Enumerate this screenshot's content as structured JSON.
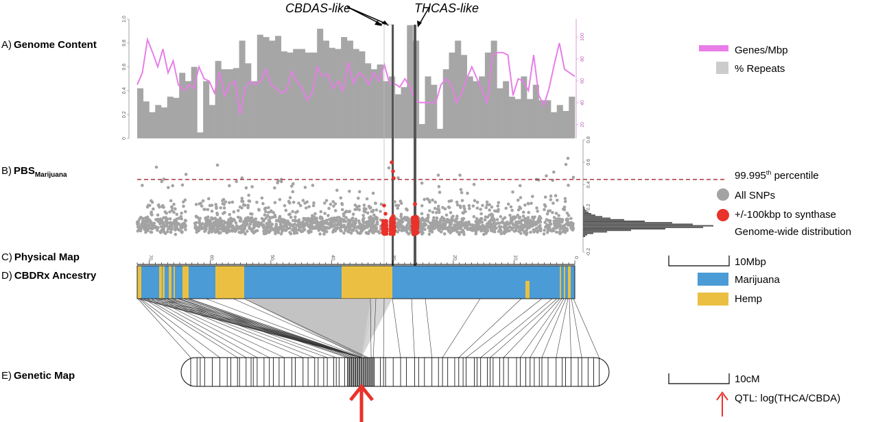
{
  "genes": {
    "cbdas_label": "CBDAS-like",
    "thcas_label": "THCAS-like"
  },
  "panels": {
    "a_prefix": "A)",
    "a_title": "Genome Content",
    "b_prefix": "B)",
    "b_title": "PBS",
    "b_subscript": "Marijuana",
    "c_prefix": "C)",
    "c_title": "Physical Map",
    "d_prefix": "D)",
    "d_title": "CBDRx Ancestry",
    "e_prefix": "E)",
    "e_title": "Genetic Map"
  },
  "legend": {
    "genes_per_mbp": "Genes/Mbp",
    "pct_repeats": "% Repeats",
    "percentile_base": "99.995",
    "percentile_sup": "th",
    "percentile_suffix": " percentile",
    "all_snps": "All SNPs",
    "near_synthase": "+/-100kbp to synthase",
    "genome_wide": "Genome-wide distribution",
    "scale_physical": "10Mbp",
    "marijuana": "Marijuana",
    "hemp": "Hemp",
    "scale_genetic": "10cM",
    "qtl": "QTL: log(THCA/CBDA)"
  },
  "colors": {
    "genes_line": "#e87de8",
    "repeats_bar": "#a6a6a6",
    "marijuana": "#4a9bd6",
    "hemp": "#ebc042",
    "snp_all": "#a3a3a3",
    "snp_synthase": "#e8322a",
    "threshold": "#b0303a",
    "qtl_arrow": "#e8322a"
  },
  "axes": {
    "repeats_ticks": [
      "0",
      "0.2",
      "0.4",
      "0.6",
      "0.8",
      "1.0"
    ],
    "genes_ticks": [
      "20",
      "40",
      "60",
      "80",
      "100"
    ],
    "pbs_ticks": [
      "-0.2",
      "0",
      "0.2",
      "0.4",
      "0.6",
      "0.8"
    ],
    "physical_ticks": [
      "70",
      "60",
      "50",
      "40",
      "30",
      "20",
      "10",
      "0"
    ]
  },
  "chart_data": {
    "type": "bar",
    "repeats_fraction": [
      0.42,
      0.31,
      0.22,
      0.28,
      0.26,
      0.35,
      0.34,
      0.55,
      0.48,
      0.6,
      0.05,
      0.48,
      0.28,
      0.65,
      0.58,
      0.58,
      0.59,
      0.82,
      0.63,
      0.48,
      0.87,
      0.85,
      0.82,
      0.86,
      0.73,
      0.72,
      0.75,
      0.75,
      0.72,
      0.72,
      0.92,
      0.82,
      0.76,
      0.75,
      0.85,
      0.82,
      0.75,
      0.73,
      0.63,
      0.58,
      0.62,
      0.48,
      0.52,
      0.37,
      0.43,
      0.95,
      0.82,
      0.12,
      0.52,
      0.45,
      0.08,
      0.58,
      0.72,
      0.82,
      0.7,
      0.52,
      0.48,
      0.52,
      0.72,
      0.82,
      0.42,
      0.48,
      0.35,
      0.33,
      0.52,
      0.33,
      0.45,
      0.32,
      0.32,
      0.22,
      0.28,
      0.23,
      0.35
    ],
    "genes_per_mbp": [
      45,
      55,
      83,
      72,
      60,
      75,
      55,
      65,
      45,
      40,
      45,
      42,
      60,
      50,
      48,
      38,
      56,
      36,
      45,
      48,
      20,
      42,
      48,
      45,
      48,
      58,
      45,
      42,
      38,
      40,
      56,
      48,
      43,
      32,
      38,
      60,
      52,
      54,
      42,
      48,
      40,
      64,
      46,
      55,
      52,
      45,
      55,
      48,
      62,
      46,
      46,
      43,
      50,
      43,
      32,
      30,
      30,
      30,
      30,
      45,
      50,
      45,
      30,
      38,
      50,
      60,
      50,
      40,
      30,
      70,
      72,
      72,
      70,
      36,
      50,
      48,
      40,
      70,
      36,
      28,
      42,
      62,
      80,
      58,
      55,
      52
    ]
  }
}
